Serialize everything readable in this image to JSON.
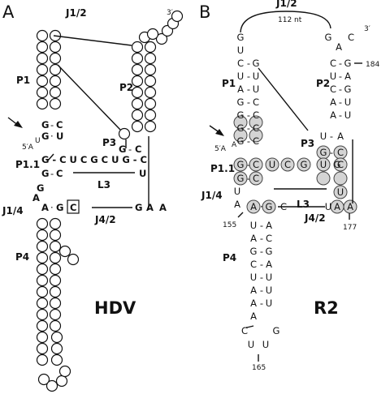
{
  "panels": [
    {
      "label": "A",
      "title": "HDV",
      "regions": {
        "j12": "J1/2",
        "p1": "P1",
        "p2": "P2",
        "p3": "P3",
        "p11": "P1.1",
        "l3": "L3",
        "j14": "J1/4",
        "j42": "J4/2",
        "p4": "P4"
      },
      "ends": {
        "five": "5′A",
        "three": "3′",
        "u": "U"
      },
      "bases": {
        "p1_g1": "G",
        "p1_c1": "C",
        "p1_g2": "G",
        "p1_u2": "U",
        "p11_row1": "G-CUCGCUG-C",
        "p11_g2": "G",
        "p11_c2": "C",
        "p11_u": "U",
        "p3_g": "G",
        "p3_c": "C",
        "j14_g1": "G",
        "j14_a1": "A",
        "j14_a2": "A",
        "j14_g2": "G",
        "j14_c_boxed": "C",
        "j42_g": "G",
        "j42_a1": "A",
        "j42_a2": "A"
      }
    },
    {
      "label": "B",
      "title": "R2",
      "regions": {
        "j12": "J1/2",
        "j12_len": "112 nt",
        "p1": "P1",
        "p2": "P2",
        "p3": "P3",
        "p11": "P1.1",
        "l3": "L3",
        "j14": "J1/4",
        "j42": "J4/2",
        "p4": "P4"
      },
      "numbers": {
        "n184": "184",
        "n155": "155",
        "n177": "177",
        "n165": "165"
      },
      "ends": {
        "five": "5′A",
        "a": "A",
        "three": "3′"
      },
      "bases": {
        "p1_left": [
          "G",
          "U",
          "C",
          "U",
          "A",
          "G",
          "G",
          "G",
          "G"
        ],
        "p1_right": [
          "G",
          "U",
          "U",
          "C",
          "C",
          "C",
          "C"
        ],
        "p2_top": [
          "G",
          "A",
          "C"
        ],
        "p2_left": [
          "C",
          "U",
          "C",
          "A",
          "A"
        ],
        "p2_right": [
          "G",
          "A",
          "G",
          "U",
          "U"
        ],
        "p3_u": "U",
        "p3_a": "A",
        "p3_g": "G",
        "p3_c": "C",
        "p11_row1": [
          "G",
          "C",
          "U",
          "C",
          "G",
          "U",
          "G",
          "C"
        ],
        "p11_row2": [
          "G",
          "C"
        ],
        "p11_u": "U",
        "j14_u": "U",
        "j14_a": "A",
        "j14_row": [
          "A",
          "G",
          "C"
        ],
        "j42": [
          "U",
          "A",
          "A"
        ],
        "p4_left": [
          "U",
          "A",
          "G",
          "C",
          "U",
          "A",
          "A",
          "A"
        ],
        "p4_right": [
          "A",
          "C",
          "G",
          "A",
          "U",
          "U",
          "U"
        ],
        "loop": [
          "C",
          "G",
          "U",
          "U"
        ]
      }
    }
  ]
}
